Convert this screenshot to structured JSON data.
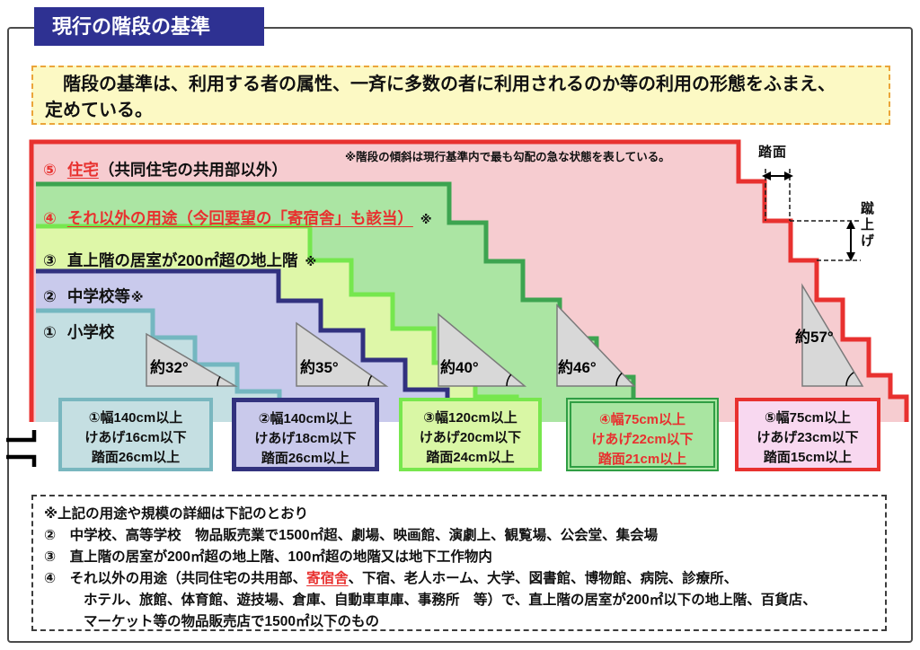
{
  "page": {
    "title": "現行の階段の基準",
    "intro_line1": "　階段の基準は、利用する者の属性、一斉に多数の者に利用されるのか等の利用の形態をふまえ、",
    "intro_line2": "定めている。"
  },
  "diagram": {
    "slope_note": "※階段の傾斜は現行基準内で最も勾配の急な状態を表している。",
    "tread_label": "踏面",
    "riser_label": "蹴上げ",
    "rows": [
      {
        "num": "①",
        "link": "",
        "text": "小学校",
        "asterisk": ""
      },
      {
        "num": "②",
        "link": "",
        "text": "中学校等",
        "asterisk": "※"
      },
      {
        "num": "③",
        "link": "",
        "text": "直上階の居室が200㎡超の地上階",
        "asterisk": "※"
      },
      {
        "num": "④",
        "link": "それ以外の用途（今回要望の「寄宿舎」も該当）",
        "text": "",
        "asterisk": "※"
      },
      {
        "num": "⑤",
        "link": "住宅",
        "text": "（共同住宅の共用部以外）",
        "asterisk": ""
      }
    ],
    "angles": [
      "約32°",
      "約35°",
      "約40°",
      "約46°",
      "約57°"
    ],
    "spec_boxes": [
      {
        "lines": [
          "①幅140cm以上",
          "けあげ16cm以下",
          "踏面26cm以上"
        ]
      },
      {
        "lines": [
          "②幅140cm以上",
          "けあげ18cm以下",
          "踏面26cm以上"
        ]
      },
      {
        "lines": [
          "③幅120cm以上",
          "けあげ20cm以下",
          "踏面24cm以上"
        ]
      },
      {
        "lines": [
          "④幅75cm以上",
          "けあげ22cm以下",
          "踏面21cm以上"
        ]
      },
      {
        "lines": [
          "⑤幅75cm以上",
          "けあげ23cm以下",
          "踏面15cm以上"
        ]
      }
    ],
    "colors": {
      "title_bg": "#2e3192",
      "intro_bg": "#fcf9c4",
      "intro_border": "#eba53a",
      "region5_fill": "#f6ccd0",
      "region5_border": "#e8312f",
      "region4_fill": "#abe5a3",
      "region4_border": "#3da450",
      "region3_fill": "#def7a8",
      "region3_border": "#76e74e",
      "region2_fill": "#c9caec",
      "region2_border": "#31317f",
      "region1_fill": "#c4dfe2",
      "region1_border": "#74b7c0",
      "triangle_fill": "#d8d8d8",
      "highlight_red": "#e8312f",
      "spec5_bg": "#f8d8f0"
    }
  },
  "footnote": {
    "line1": "※上記の用途や規模の詳細は下記のとおり",
    "line2": "②　中学校、高等学校　物品販売業で1500㎡超、劇場、映画館、演劇上、観覧場、公会堂、集会場",
    "line3": "③　直上階の居室が200㎡超の地上階、100㎡超の地階又は地下工作物内",
    "line4_pre": "④　それ以外の用途（共同住宅の共用部、",
    "line4_highlight": "寄宿舎",
    "line4_post": "、下宿、老人ホーム、大学、図書館、博物館、病院、診療所、",
    "line5": "ホテル、旅館、体育館、遊技場、倉庫、自動車車庫、事務所　等）で、直上階の居室が200㎡以下の地上階、百貨店、",
    "line6": "マーケット等の物品販売店で1500㎡以下のもの"
  }
}
